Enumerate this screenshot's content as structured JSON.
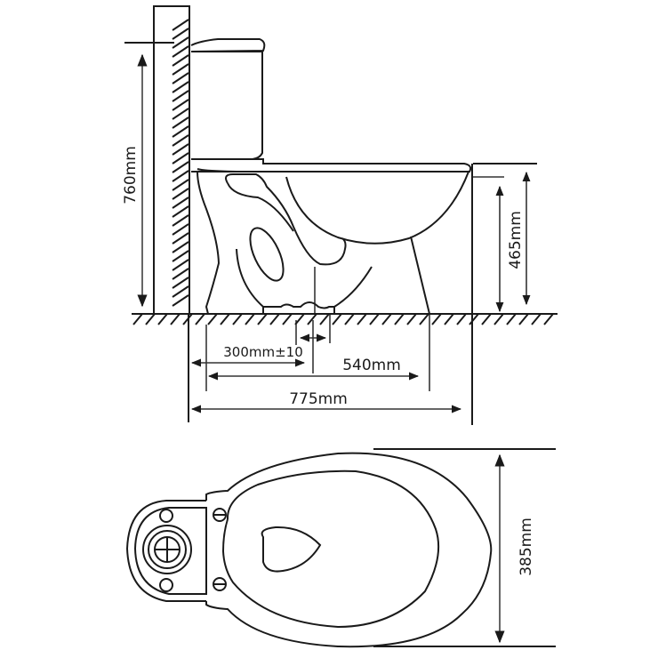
{
  "figure": {
    "type": "technical-drawing",
    "subject": "close-coupled toilet, side elevation and top plan",
    "line_color": "#1a1a1a",
    "background": "#ffffff"
  },
  "side_view": {
    "dimensions": {
      "overall_height": "760mm",
      "seat_height": "465mm",
      "outlet_distance": "300mm±10",
      "base_length": "540mm",
      "overall_length": "775mm"
    }
  },
  "top_view": {
    "dimensions": {
      "overall_width": "385mm"
    }
  }
}
